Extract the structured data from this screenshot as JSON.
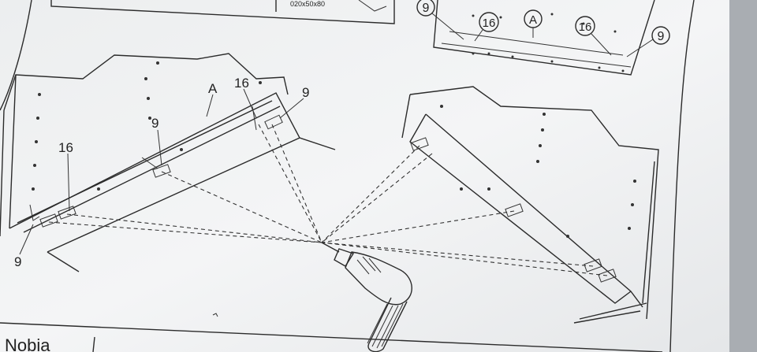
{
  "document": {
    "header_code": "020x50x80",
    "footer_brand": "Nobia"
  },
  "labels": {
    "top": {
      "left_9": "9",
      "left_16": "16",
      "center_A": "A",
      "right_16": "16",
      "right_9": "9"
    },
    "left_cabinet": {
      "part_A": "A",
      "bolt_16_top": "16",
      "bolt_9_top": "9",
      "bolt_9_mid": "9",
      "bolt_16_left": "16",
      "bolt_9_bottom": "9"
    }
  },
  "colors": {
    "paper": "#f2f3f4",
    "ink": "#2b2b2b",
    "background": "#bfc3c7"
  },
  "icons": [
    "drill-icon"
  ]
}
